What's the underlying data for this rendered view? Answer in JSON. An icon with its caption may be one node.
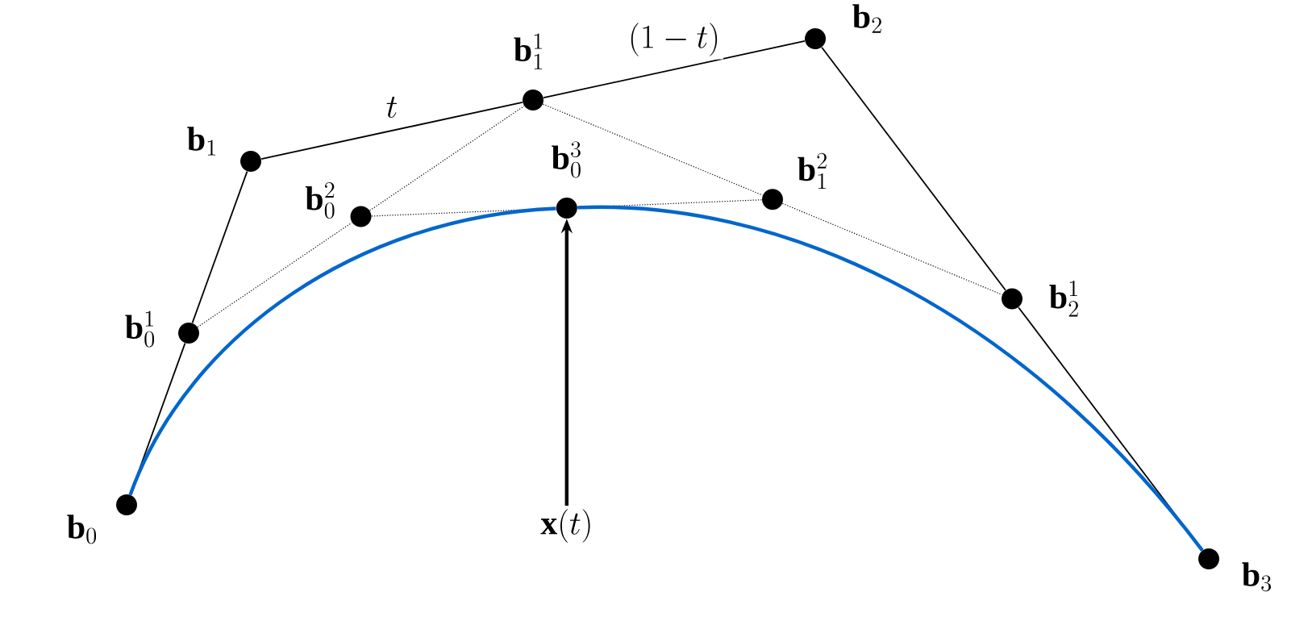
{
  "diagram": {
    "nodes": [
      {
        "text": [],
        "shape": "circle",
        "beside": [
          "\\mathbf{b}_0"
        ]
      },
      {
        "text": [],
        "shape": "circle",
        "beside": [
          "\\mathbf{b}_0^1"
        ]
      },
      {
        "text": [],
        "shape": "circle",
        "beside": [
          "\\mathbf{b}_1"
        ]
      },
      {
        "text": [],
        "shape": "circle",
        "beside": [
          "\\mathbf{b}_0^2"
        ]
      },
      {
        "text": [],
        "shape": "circle",
        "beside": [
          "\\mathbf{b}_1^1"
        ]
      },
      {
        "text": [],
        "shape": "circle",
        "beside": [
          "\\mathbf{b}_0^3"
        ]
      },
      {
        "text": [],
        "shape": "circle",
        "beside": [
          "\\mathbf{b}_1^2"
        ]
      },
      {
        "text": [],
        "shape": "circle",
        "beside": [
          "\\mathbf{b}_2"
        ]
      },
      {
        "text": [],
        "shape": "circle",
        "beside": [
          "\\mathbf{b}_2^1"
        ]
      },
      {
        "text": [],
        "shape": "circle",
        "beside": [
          "\\mathbf{b}_3"
        ]
      },
      {
        "text": [
          "\\mathbf{x}(t)"
        ]
      }
    ],
    "edges": [
      {
        "from": 0,
        "to": 1,
        "arrow": "none"
      },
      {
        "from": 1,
        "to": 2,
        "arrow": "none"
      },
      {
        "from": 2,
        "to": 4,
        "arrow": "none",
        "label": "t"
      },
      {
        "from": 4,
        "to": 7,
        "arrow": "none",
        "label": "(1-t)"
      },
      {
        "from": 7,
        "to": 8,
        "arrow": "none"
      },
      {
        "from": 8,
        "to": 9,
        "arrow": "none"
      },
      {
        "from": 1,
        "to": 3,
        "arrow": "none",
        "style": "dashed"
      },
      {
        "from": 3,
        "to": 4,
        "arrow": "none",
        "style": "dashed"
      },
      {
        "from": 4,
        "to": 6,
        "arrow": "none",
        "style": "dashed"
      },
      {
        "from": 6,
        "to": 8,
        "arrow": "none",
        "style": "dashed"
      },
      {
        "from": 3,
        "to": 5,
        "arrow": "none",
        "style": "dashed"
      },
      {
        "from": 5,
        "to": 6,
        "arrow": "none",
        "style": "dashed"
      },
      {
        "from": 0,
        "to": 5,
        "arrow": "none",
        "style": "thick",
        "color": "#0066cc"
      },
      {
        "from": 5,
        "to": 9,
        "arrow": "none",
        "style": "thick",
        "color": "#0066cc"
      },
      {
        "from": 10,
        "to": 5,
        "arrow": "to",
        "style": "thick"
      }
    ]
  }
}
